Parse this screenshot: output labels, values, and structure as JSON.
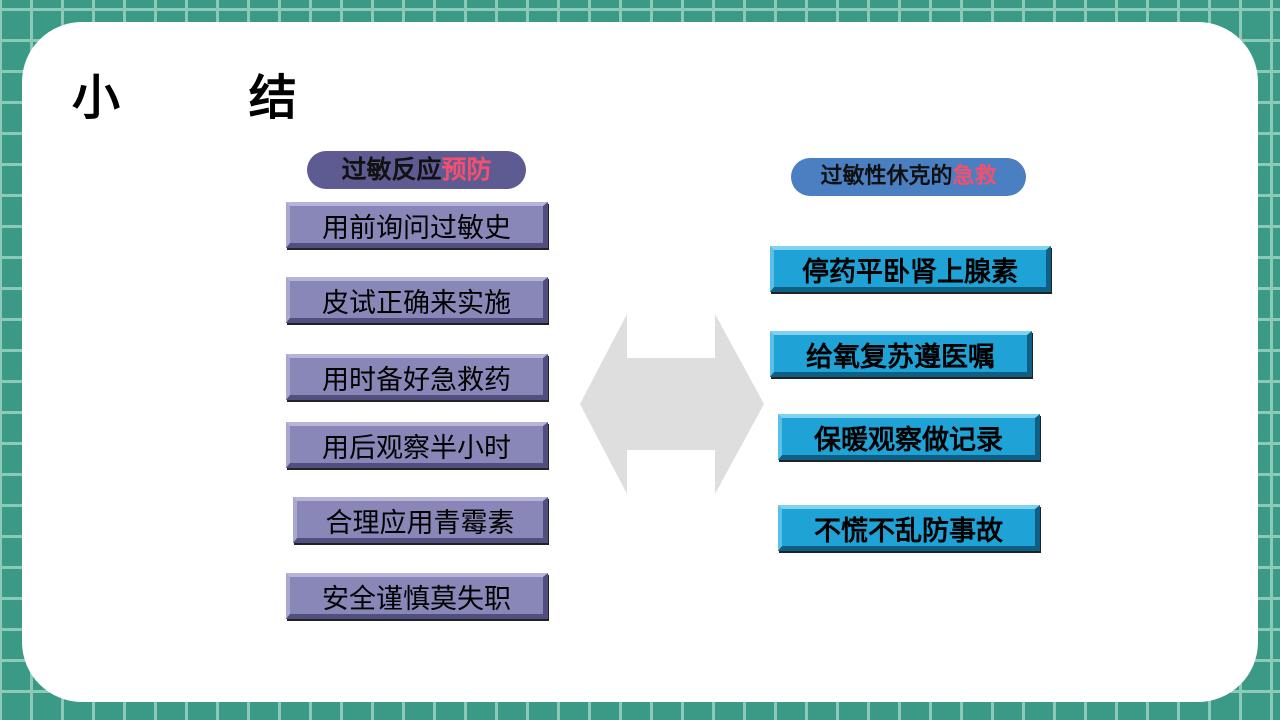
{
  "title": "小 结",
  "left": {
    "header_main": "过敏反应",
    "header_highlight": "预防",
    "items": [
      "用前询问过敏史",
      "皮试正确来实施",
      "用时备好急救药",
      "用后观察半小时",
      "合理应用青霉素",
      "安全谨慎莫失职"
    ]
  },
  "right": {
    "header_main": "过敏性休克的",
    "header_highlight": "急救",
    "items": [
      "停药平卧肾上腺素",
      "给氧复苏遵医嘱",
      "保暖观察做记录",
      "不慌不乱防事故"
    ]
  },
  "colors": {
    "highlight": "#f2506e",
    "left_box": "#8987b8",
    "right_box": "#1fa3d6"
  }
}
